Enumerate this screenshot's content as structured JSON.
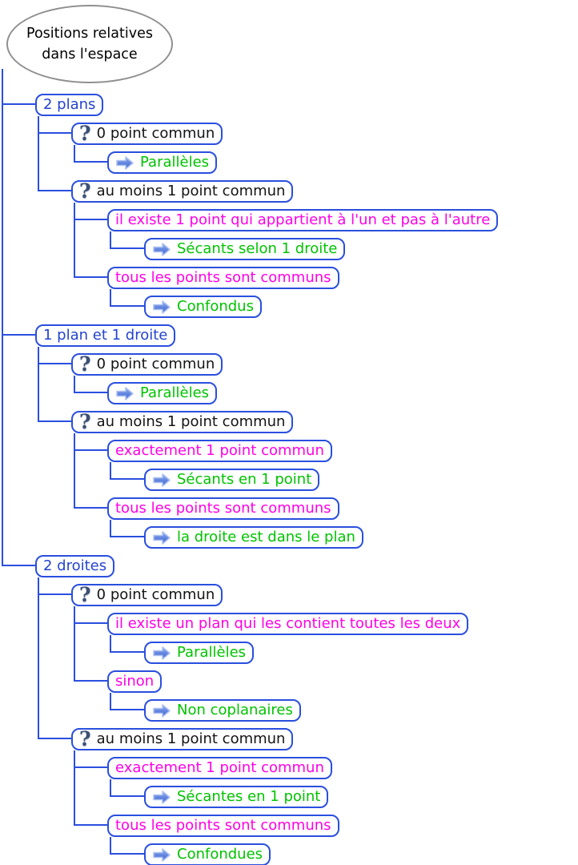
{
  "root": {
    "label": "Positions relatives dans l'espace"
  },
  "colors": {
    "line_and_border_blue": "#2a4fdf",
    "category_text_blue": "#2443d2",
    "condition_text_magenta": "#ff00e6",
    "result_text_green": "#00c300",
    "question_icon_dark_blue": "#3c5075",
    "ellipse_border_gray": "#8f8f8f"
  },
  "icons": {
    "question_glyph": "?",
    "arrow_icon_name": "arrow-right-icon"
  },
  "nodes": [
    {
      "label": "2 plans",
      "type": "category"
    },
    {
      "label": "0 point commun",
      "type": "question"
    },
    {
      "label": "Parallèles",
      "type": "result"
    },
    {
      "label": "au moins 1 point commun",
      "type": "question"
    },
    {
      "label": "il existe 1 point qui appartient à l'un et pas à l'autre",
      "type": "condition"
    },
    {
      "label": "Sécants selon 1 droite",
      "type": "result"
    },
    {
      "label": "tous les points sont communs",
      "type": "condition"
    },
    {
      "label": "Confondus",
      "type": "result"
    },
    {
      "label": "1 plan et 1 droite",
      "type": "category"
    },
    {
      "label": "0 point commun",
      "type": "question"
    },
    {
      "label": "Parallèles",
      "type": "result"
    },
    {
      "label": "au moins 1 point commun",
      "type": "question"
    },
    {
      "label": "exactement 1 point commun",
      "type": "condition"
    },
    {
      "label": "Sécants en 1 point",
      "type": "result"
    },
    {
      "label": "tous les points sont communs",
      "type": "condition"
    },
    {
      "label": "la droite est dans le plan",
      "type": "result"
    },
    {
      "label": "2 droites",
      "type": "category"
    },
    {
      "label": "0 point commun",
      "type": "question"
    },
    {
      "label": "il existe un plan qui les contient toutes les deux",
      "type": "condition"
    },
    {
      "label": "Parallèles",
      "type": "result"
    },
    {
      "label": "sinon",
      "type": "condition"
    },
    {
      "label": "Non coplanaires",
      "type": "result"
    },
    {
      "label": "au moins 1 point commun",
      "type": "question"
    },
    {
      "label": "exactement 1 point commun",
      "type": "condition"
    },
    {
      "label": "Sécantes en 1 point",
      "type": "result"
    },
    {
      "label": "tous les points sont communs",
      "type": "condition"
    },
    {
      "label": "Confondues",
      "type": "result"
    }
  ]
}
